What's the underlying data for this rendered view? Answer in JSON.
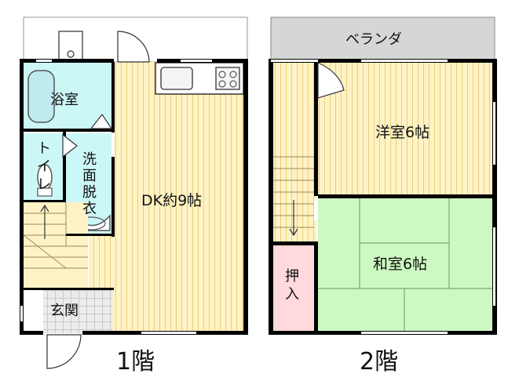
{
  "floor1": {
    "caption": "1階",
    "rooms": {
      "bath": "浴室",
      "toilet": "トイレ",
      "washroom": "洗面脱衣",
      "dk": "DK約9帖",
      "entrance": "玄関"
    }
  },
  "floor2": {
    "caption": "2階",
    "rooms": {
      "balcony": "ベランダ",
      "western": "洋室6帖",
      "japanese": "和室6帖",
      "closet": "押入"
    }
  },
  "colors": {
    "wood": "#FFF3C6",
    "wood_line": "#E8CF7A",
    "water": "#CCF7F7",
    "tatami": "#CCF9C2",
    "tatami_line": "#9ACB8E",
    "closet": "#FFD9DC",
    "balcony": "#D6D6D6",
    "stair": "#FFF3C6",
    "entrance_tile": "#E6E6E6",
    "wall": "#000000"
  }
}
